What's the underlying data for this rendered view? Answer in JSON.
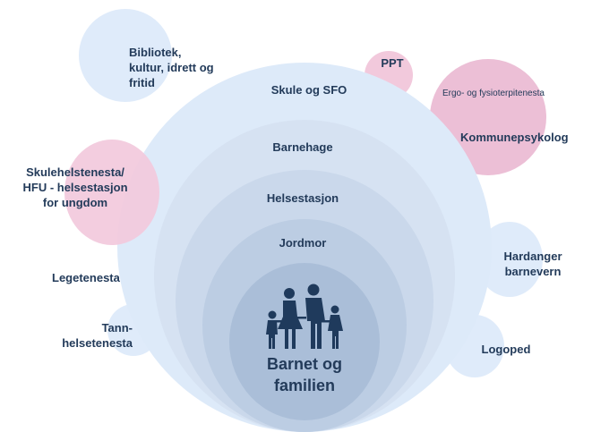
{
  "rings": {
    "outer": "Skule og SFO",
    "ring1": "Barnehage",
    "ring2": "Helsestasjon",
    "ring3": "Jordmor",
    "core": "Barnet og\nfamilien"
  },
  "satellites": {
    "bibliotek": "Bibliotek,\nkultur, idrett og\nfritid",
    "ppt": "PPT",
    "ergo": "Ergo- og fysioterpitenesta",
    "kommunepsykolog": "Kommunepsykolog",
    "skulehelse": "Skulehelstenesta/\nHFU - helsestasjon\nfor ungdom",
    "legetenesta": "Legetenesta",
    "tann": "Tann-\nhelsetenesta",
    "hardanger": "Hardanger\nbarnevern",
    "logoped": "Logoped"
  },
  "colors": {
    "text": "#233b5a",
    "blue_light": "#ddeaf9",
    "pink": "#f2c9dc",
    "core": "#aabed8",
    "family_icon": "#1f3a5c"
  },
  "icons": {
    "family": "family-icon"
  }
}
